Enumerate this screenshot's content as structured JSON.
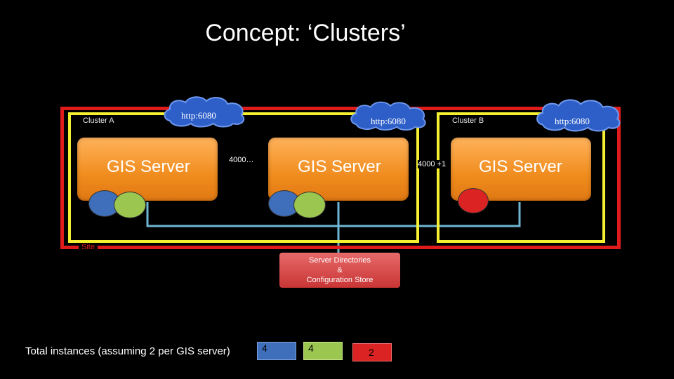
{
  "title": "Concept: ‘Clusters’",
  "site_label": "Site",
  "clusters": [
    {
      "label": "Cluster A"
    },
    {
      "label": "Cluster B"
    }
  ],
  "servers": [
    {
      "label": "GIS Server",
      "cloud": "http:6080"
    },
    {
      "label": "GIS Server",
      "cloud": "http:6080"
    },
    {
      "label": "GIS Server",
      "cloud": "http:6080"
    }
  ],
  "ports": [
    "4000…",
    "4000 +1"
  ],
  "store": {
    "line1": "Server Directories",
    "line2": "&",
    "line3": "Configuration Store"
  },
  "totals": {
    "label": "Total instances (assuming 2 per GIS server)",
    "blue": "4",
    "green": "4",
    "red": "2"
  },
  "colors": {
    "site_border": "#e01b1b",
    "cluster_border": "#f5f032",
    "server_fill": "#f08c1e",
    "connector": "#6fb6d2",
    "cloud": "#2e5fc8",
    "instance_blue": "#3f6fba",
    "instance_green": "#9bc751",
    "instance_red": "#dc2323",
    "store_fill": "#d04848"
  }
}
